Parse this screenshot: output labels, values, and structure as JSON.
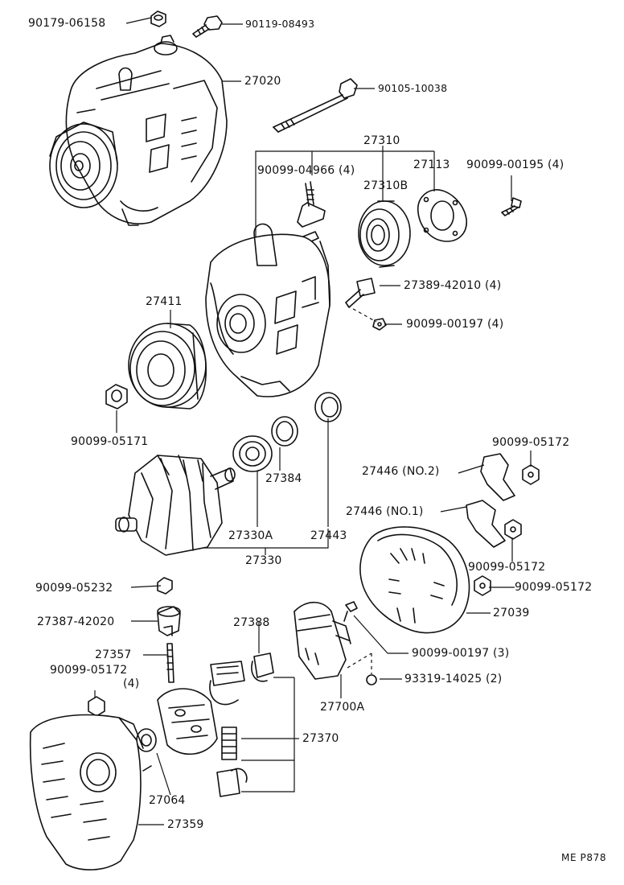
{
  "diagram": {
    "figure_code": "ME P878",
    "part_labels": {
      "p90179_06158": "90179-06158",
      "p90119_08493": "90119-08493",
      "p27020": "27020",
      "p90105_10038": "90105-10038",
      "p27310": "27310",
      "p90099_04966": "90099-04966 (4)",
      "p27113": "27113",
      "p90099_00195": "90099-00195 (4)",
      "p27310b": "27310B",
      "p27389_42010": "27389-42010 (4)",
      "p90099_00197a": "90099-00197 (4)",
      "p27411": "27411",
      "p90099_05171": "90099-05171",
      "p27384": "27384",
      "p90099_05172a": "90099-05172",
      "p27446_no2": "27446 (NO.2)",
      "p27446_no1": "27446 (NO.1)",
      "p27330a": "27330A",
      "p27443": "27443",
      "p27330": "27330",
      "p90099_05172b": "90099-05172",
      "p90099_05172c": "90099-05172",
      "p90099_05232": "90099-05232",
      "p27387_42020": "27387-42020",
      "p27388": "27388",
      "p27039": "27039",
      "p27357": "27357",
      "p90099_00197b": "90099-00197 (3)",
      "p90099_05172d": "90099-05172",
      "p90099_05172d_qty": "(4)",
      "p93319_14025": "93319-14025 (2)",
      "p27700a": "27700A",
      "p27370": "27370",
      "p27064": "27064",
      "p27359": "27359"
    }
  }
}
